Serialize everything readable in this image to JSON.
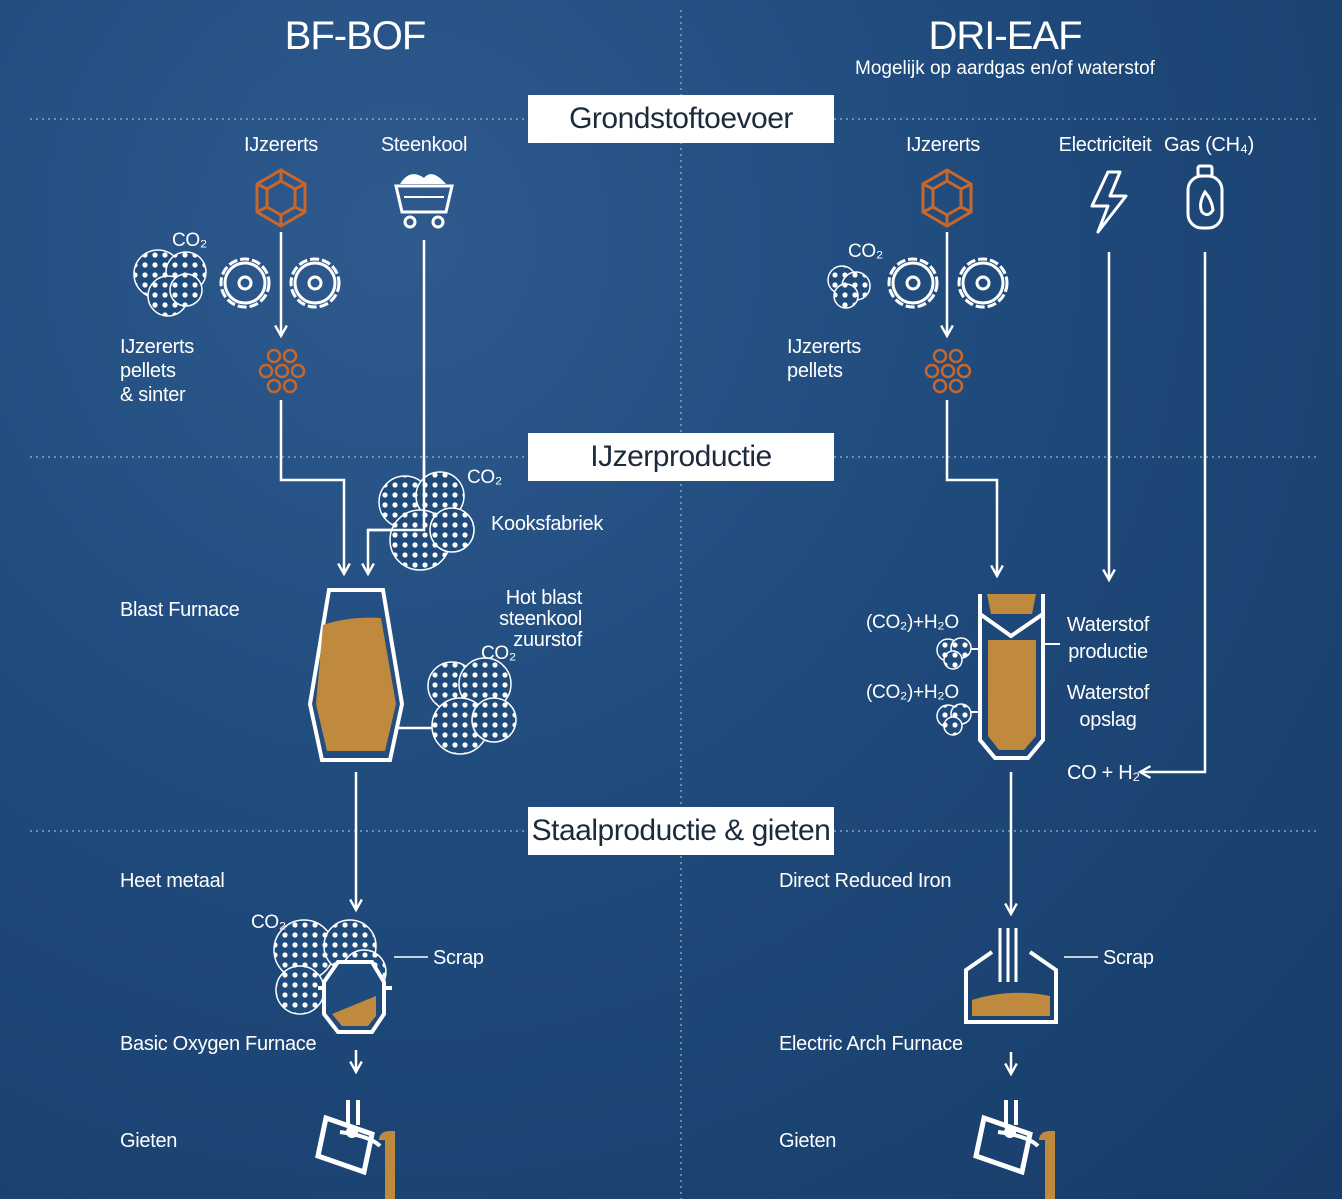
{
  "left": {
    "title": "BF-BOF",
    "inputs": {
      "ore": "IJzererts",
      "coal": "Steenkool"
    },
    "co2": "CO₂",
    "pellets_label": "IJzererts\npellets\n& sinter",
    "coke_label": "Kooksfabriek",
    "blast_furnace_label": "Blast Furnace",
    "hot_blast_label": "Hot blast\nsteenkool\nzuurstof",
    "hot_metal_label": "Heet metaal",
    "scrap_label": "Scrap",
    "bof_label": "Basic Oxygen Furnace",
    "casting_label": "Gieten"
  },
  "right": {
    "title": "DRI-EAF",
    "subtitle": "Mogelijk op aardgas en/of waterstof",
    "inputs": {
      "ore": "IJzererts",
      "electricity": "Electriciteit",
      "gas": "Gas (CH₄)"
    },
    "co2": "CO₂",
    "pellets_label": "IJzererts\npellets",
    "emission_label": "(CO₂)+H₂O",
    "h2_production_label": "Waterstof\nproductie",
    "h2_storage_label": "Waterstof\nopslag",
    "syngas_label": "CO + H₂",
    "dri_label": "Direct Reduced Iron",
    "scrap_label": "Scrap",
    "eaf_label": "Electric Arch Furnace",
    "casting_label": "Gieten"
  },
  "stages": {
    "raw_materials": "Grondstoftoevoer",
    "iron_production": "IJzerproductie",
    "steel_production": "Staalproductie & gieten"
  },
  "colors": {
    "background": "#1f4a7c",
    "accent_orange": "#c8672c",
    "molten_metal": "#c08a3e",
    "white": "#ffffff"
  }
}
